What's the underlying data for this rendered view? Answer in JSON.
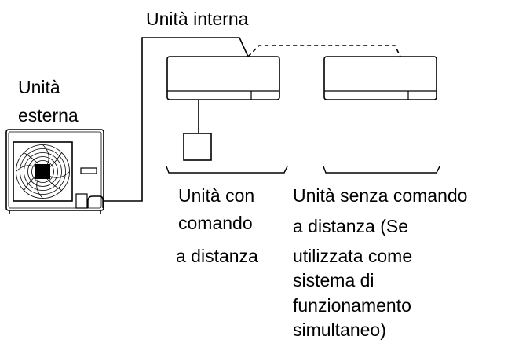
{
  "labels": {
    "indoor_unit": "Unità interna",
    "outdoor_unit": [
      "Unità",
      "esterna"
    ],
    "with_remote": [
      "Unità con",
      "comando",
      "a distanza"
    ],
    "without_remote": [
      "Unità senza comando",
      "a distanza (Se",
      "utilizzata come",
      "sistema di",
      "funzionamento",
      "simultaneo)"
    ]
  },
  "colors": {
    "line": "#000000",
    "background": "#ffffff"
  }
}
